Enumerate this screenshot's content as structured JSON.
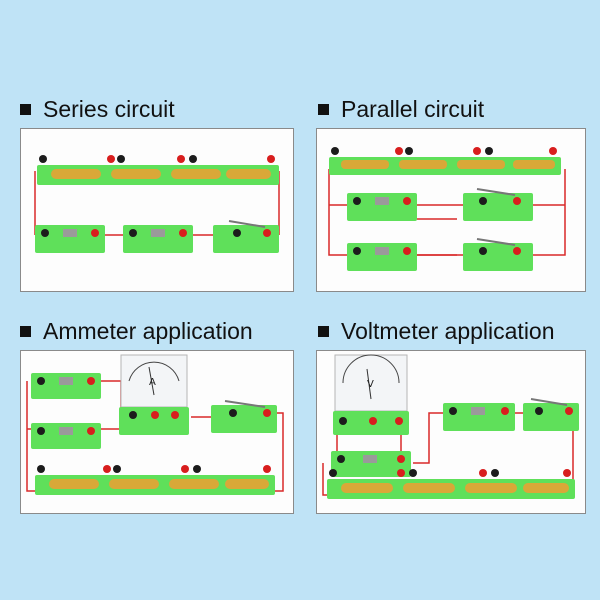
{
  "panels": [
    {
      "id": "series",
      "title": "Series circuit",
      "icon": "square-bullet-icon"
    },
    {
      "id": "parallel",
      "title": "Parallel circuit",
      "icon": "square-bullet-icon"
    },
    {
      "id": "ammeter",
      "title": "Ammeter application",
      "icon": "square-bullet-icon",
      "meter_symbol": "A"
    },
    {
      "id": "voltmeter",
      "title": "Voltmeter application",
      "icon": "square-bullet-icon",
      "meter_symbol": "V"
    }
  ],
  "colors": {
    "background": "#bfe3f6",
    "module_green": "#5fe05a",
    "wire_red": "#d92a2a",
    "terminal_red": "#d81e1e",
    "terminal_black": "#1c1c1c"
  }
}
